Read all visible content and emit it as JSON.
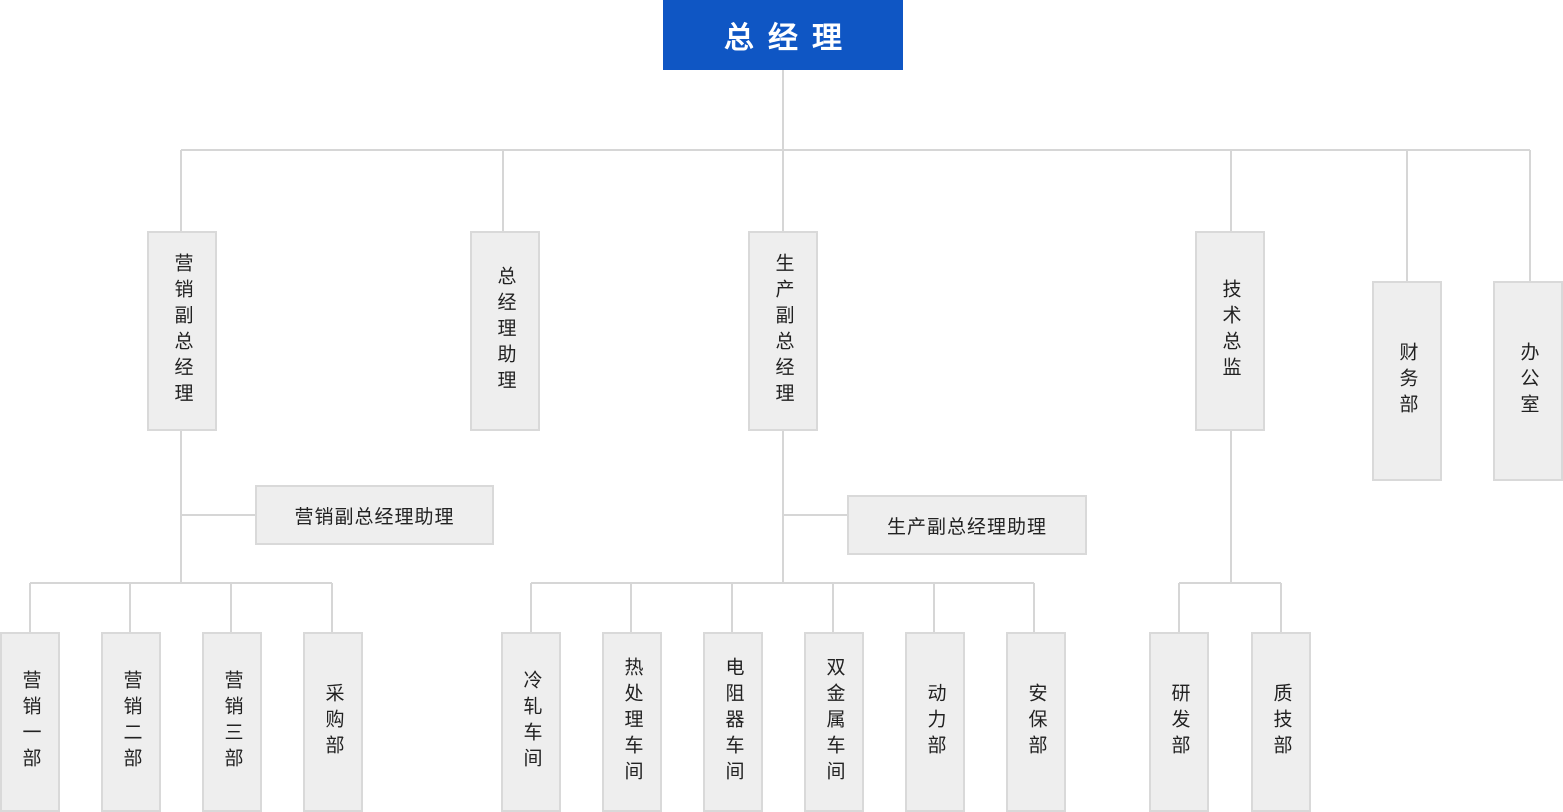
{
  "org_chart": {
    "root": {
      "label": "总经理",
      "color": "#0f56c4"
    },
    "level1": {
      "marketing_vp": "营销副总经理",
      "gm_assistant": "总经理助理",
      "production_vp": "生产副总经理",
      "tech_director": "技术总监",
      "finance": "财务部",
      "office": "办公室"
    },
    "assistants": {
      "marketing_vp_assistant": "营销副总经理助理",
      "production_vp_assistant": "生产副总经理助理"
    },
    "marketing_units": {
      "sales1": "营销一部",
      "sales2": "营销二部",
      "sales3": "营销三部",
      "purchasing": "采购部"
    },
    "production_units": {
      "cold_rolling": "冷轧车间",
      "heat_treatment": "热处理车间",
      "resistor": "电阻器车间",
      "bimetal": "双金属车间",
      "power": "动力部",
      "security": "安保部"
    },
    "tech_units": {
      "rnd": "研发部",
      "quality": "质技部"
    },
    "colors": {
      "node_fill": "#eeeeee",
      "node_border": "#d9d9d9",
      "connector": "#d6d6d6",
      "root_text": "#ffffff"
    }
  }
}
